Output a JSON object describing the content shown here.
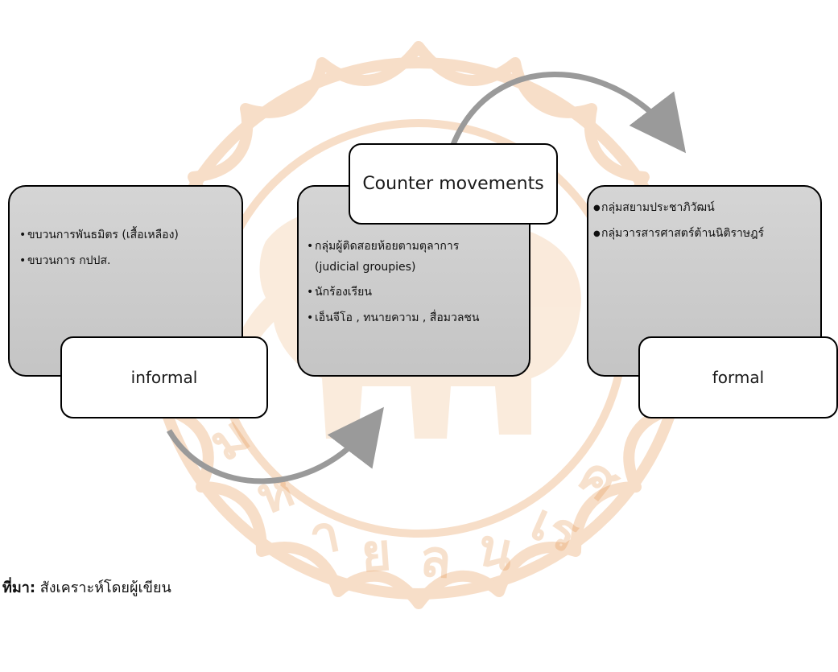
{
  "diagram": {
    "left_group": {
      "items": [
        "ขบวนการพันธมิตร (เสื้อเหลือง)",
        "ขบวนการ กปปส."
      ],
      "label": "informal"
    },
    "middle_group": {
      "items": [
        "กลุ่มผู้ติดสอยห้อยตามตุลาการ",
        "(judicial groupies)",
        "นักร้องเรียน",
        "เอ็นจีโอ , ทนายความ , สื่อมวลชน"
      ],
      "label": "Counter movements"
    },
    "right_group": {
      "items": [
        "กลุ่มสยามประชาภิวัฒน์",
        "กลุ่มวารสารศาสตร์ต้านนิติราษฎร์"
      ],
      "label": "formal"
    }
  },
  "source": {
    "label": "ที่มา:",
    "text": "สังเคราะห์โดยผู้เขียน"
  },
  "colors": {
    "box_fill": "#c9c9c9",
    "arrow": "#9a9a9a",
    "watermark": "#e8a15a"
  },
  "icons": {
    "watermark": "university-seal-watermark"
  }
}
